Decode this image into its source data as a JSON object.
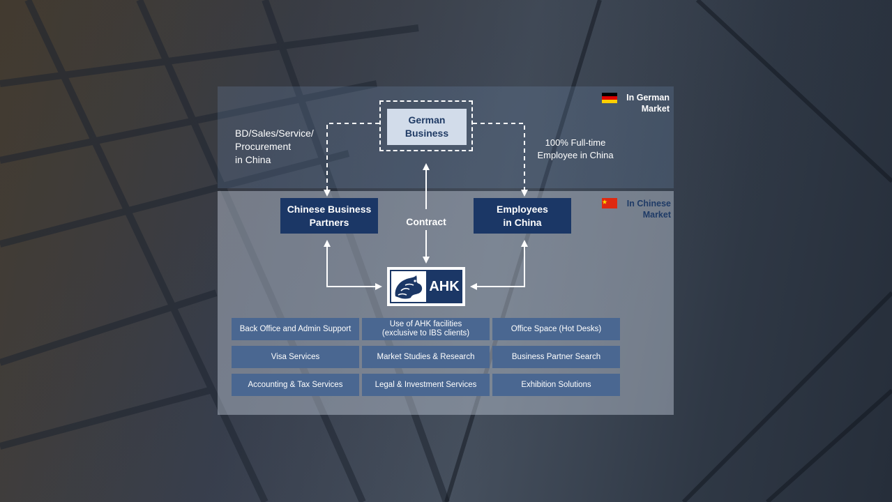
{
  "markets": {
    "german": {
      "label_line1": "In German",
      "label_line2": "Market"
    },
    "chinese": {
      "label_line1": "In Chinese",
      "label_line2": "Market"
    }
  },
  "nodes": {
    "german_business": {
      "line1": "German",
      "line2": "Business"
    },
    "chinese_partners": {
      "line1": "Chinese Business",
      "line2": "Partners"
    },
    "employees": {
      "line1": "Employees",
      "line2": "in China"
    },
    "ahk_logo_text": "AHK"
  },
  "flow_labels": {
    "bd_line1": "BD/Sales/Service/",
    "bd_line2": "Procurement",
    "bd_line3": "in China",
    "fulltime_line1": "100% Full-time",
    "fulltime_line2": "Employee in China",
    "contract": "Contract"
  },
  "services": [
    [
      "Back Office and Admin Support",
      "Use of AHK facilities",
      "Office Space (Hot Desks)"
    ],
    [
      "Visa Services",
      "Market Studies & Research",
      "Business Partner Search"
    ],
    [
      "Accounting & Tax Services",
      "Legal & Investment Services",
      "Exhibition Solutions"
    ]
  ],
  "services_note": "(exclusive to IBS clients)",
  "colors": {
    "navy": "#1b3766",
    "service_blue": "#4a6791",
    "light_box": "#d2dcea"
  }
}
